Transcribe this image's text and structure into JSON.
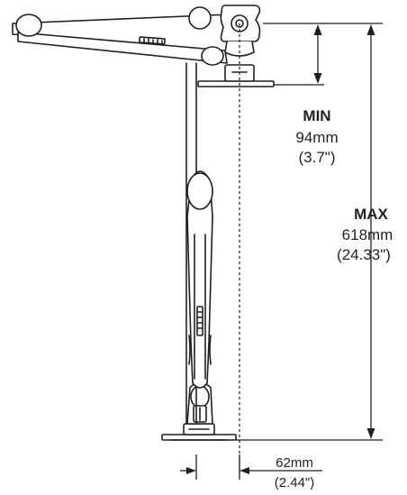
{
  "labels": {
    "min_title": "MIN",
    "min_mm": "94mm",
    "min_in": "(3.7\")",
    "max_title": "MAX",
    "max_mm": "618mm",
    "max_in": "(24.33\")",
    "offset_mm": "62mm",
    "offset_in": "(2.44\")"
  },
  "colors": {
    "ink": "#231f20",
    "fill": "#ffffff"
  }
}
